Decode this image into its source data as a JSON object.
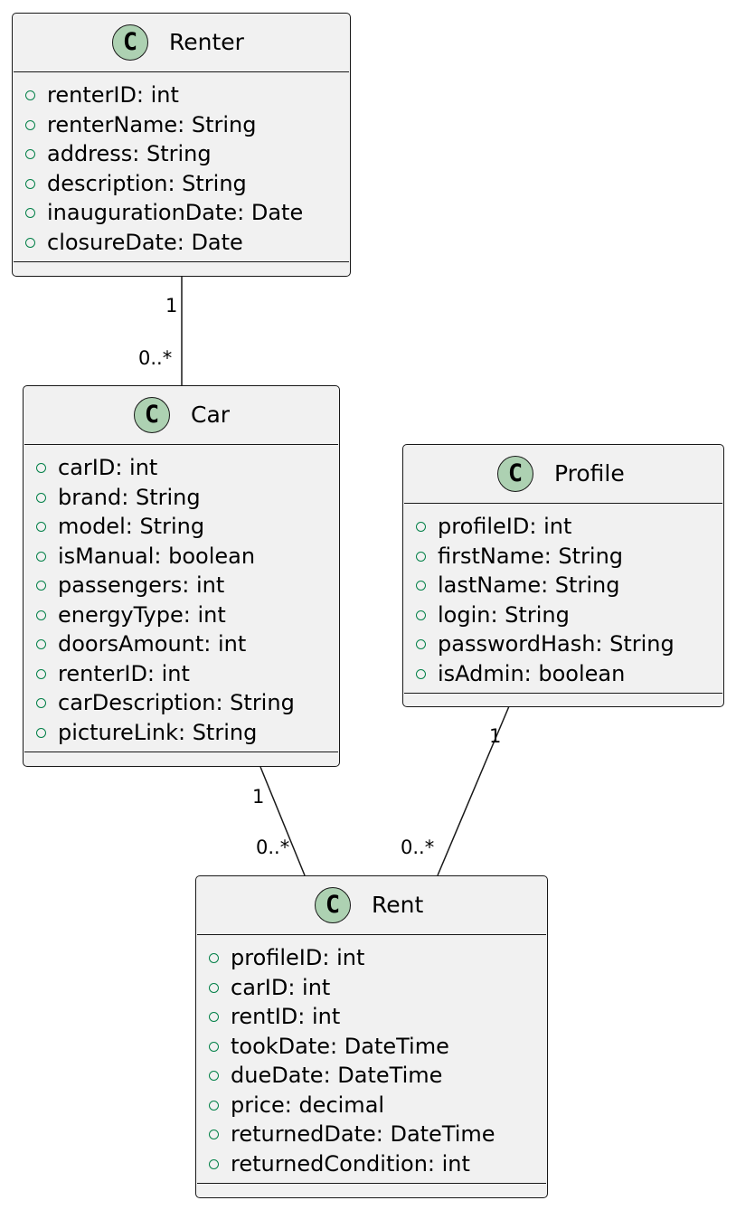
{
  "diagram": {
    "classes": {
      "renter": {
        "stereotype_icon": "C",
        "name": "Renter",
        "attributes": [
          "renterID: int",
          "renterName: String",
          "address: String",
          "description: String",
          "inaugurationDate: Date",
          "closureDate: Date"
        ]
      },
      "car": {
        "stereotype_icon": "C",
        "name": "Car",
        "attributes": [
          "carID: int",
          "brand: String",
          "model: String",
          "isManual: boolean",
          "passengers: int",
          "energyType: int",
          "doorsAmount: int",
          "renterID: int",
          "carDescription: String",
          "pictureLink: String"
        ]
      },
      "profile": {
        "stereotype_icon": "C",
        "name": "Profile",
        "attributes": [
          "profileID: int",
          "firstName: String",
          "lastName: String",
          "login: String",
          "passwordHash: String",
          "isAdmin: boolean"
        ]
      },
      "rent": {
        "stereotype_icon": "C",
        "name": "Rent",
        "attributes": [
          "profileID: int",
          "carID: int",
          "rentID: int",
          "tookDate: DateTime",
          "dueDate: DateTime",
          "price: decimal",
          "returnedDate: DateTime",
          "returnedCondition: int"
        ]
      }
    },
    "associations": {
      "renter_car": {
        "source_multiplicity": "1",
        "target_multiplicity": "0..*"
      },
      "car_rent": {
        "source_multiplicity": "1",
        "target_multiplicity": "0..*"
      },
      "profile_rent": {
        "source_multiplicity": "1",
        "target_multiplicity": "0..*"
      }
    },
    "colors": {
      "class_fill": "#f1f1f1",
      "class_border": "#181818",
      "class_icon_fill": "#add1b2",
      "public_visibility_marker": "#038048",
      "edge": "#181818"
    }
  }
}
